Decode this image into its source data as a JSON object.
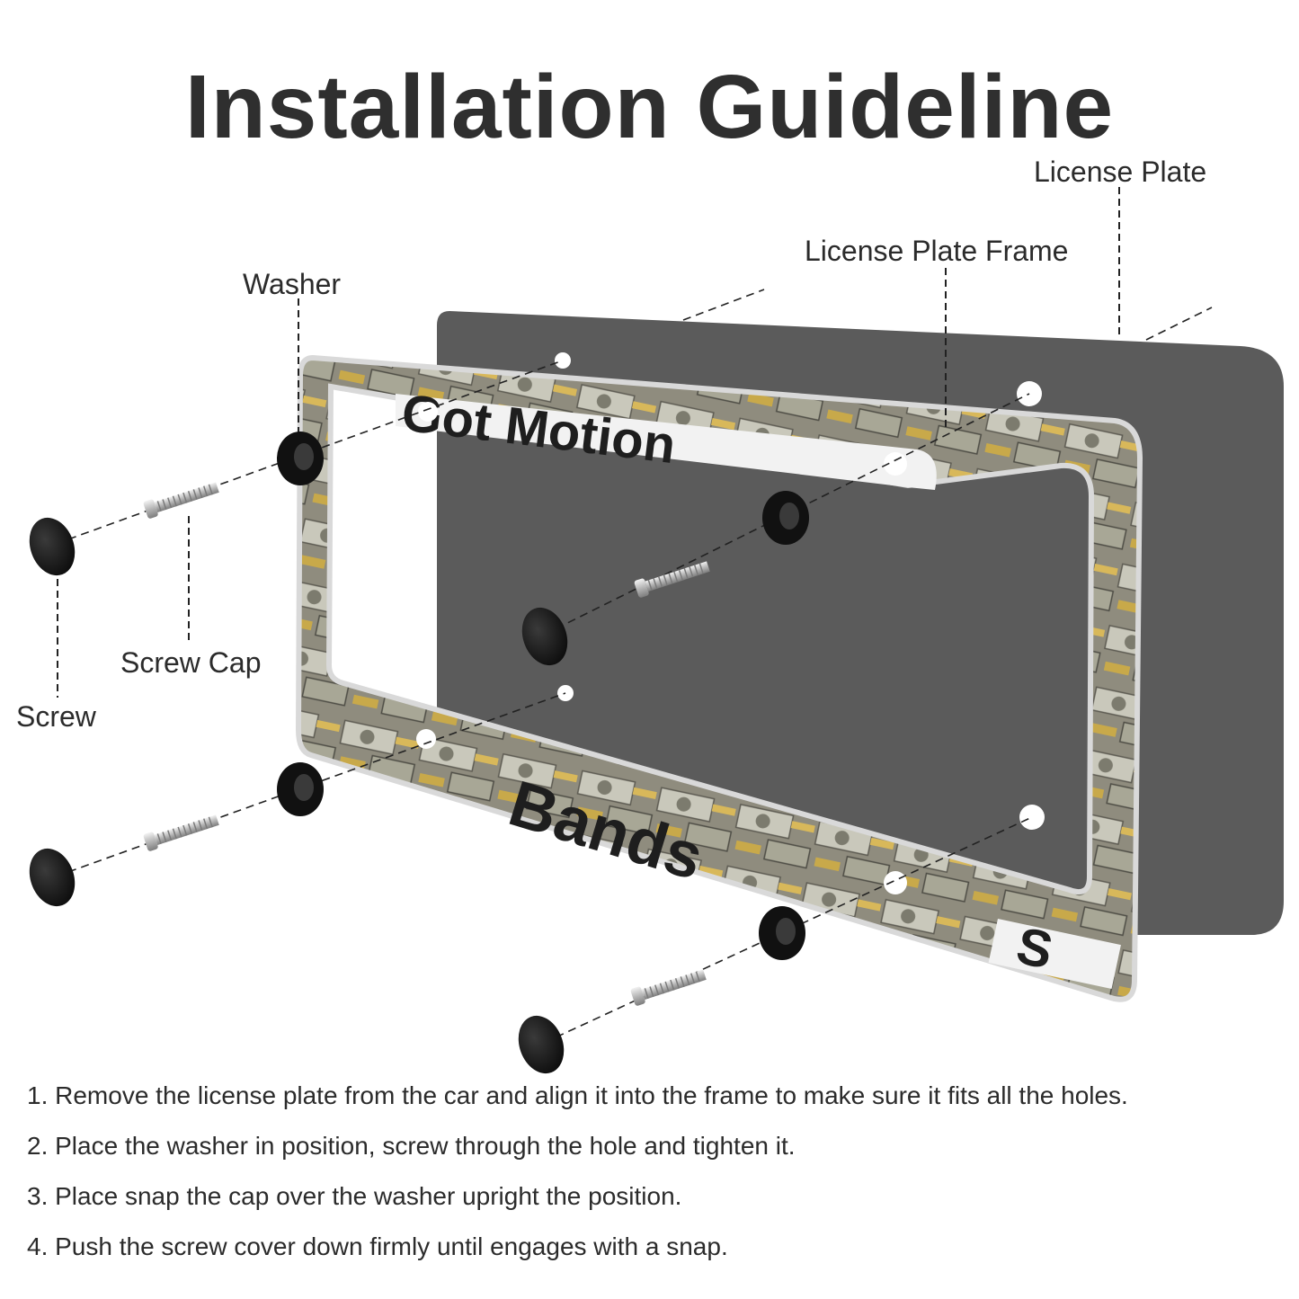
{
  "title": "Installation Guideline",
  "labels": {
    "license_plate": "License Plate",
    "license_plate_frame": "License Plate Frame",
    "washer": "Washer",
    "screw_cap": "Screw Cap",
    "screw": "Screw"
  },
  "frame_print": {
    "top_text": "Got Motion",
    "bottom_text": "Bands",
    "corner_text": "S"
  },
  "steps": [
    "1. Remove the license plate from the car and align it into the frame to make sure it fits all the holes.",
    "2. Place the washer in position, screw through the hole and tighten it.",
    "3. Place snap the cap over the washer upright the position.",
    "4. Push the screw cover down firmly until engages with a snap."
  ],
  "colors": {
    "plate": "#5b5b5b",
    "frame_pattern": "#8d8a7c",
    "hardware_black": "#141414",
    "screw_silver": "#c9c9c9",
    "text": "#2b2b2b"
  }
}
